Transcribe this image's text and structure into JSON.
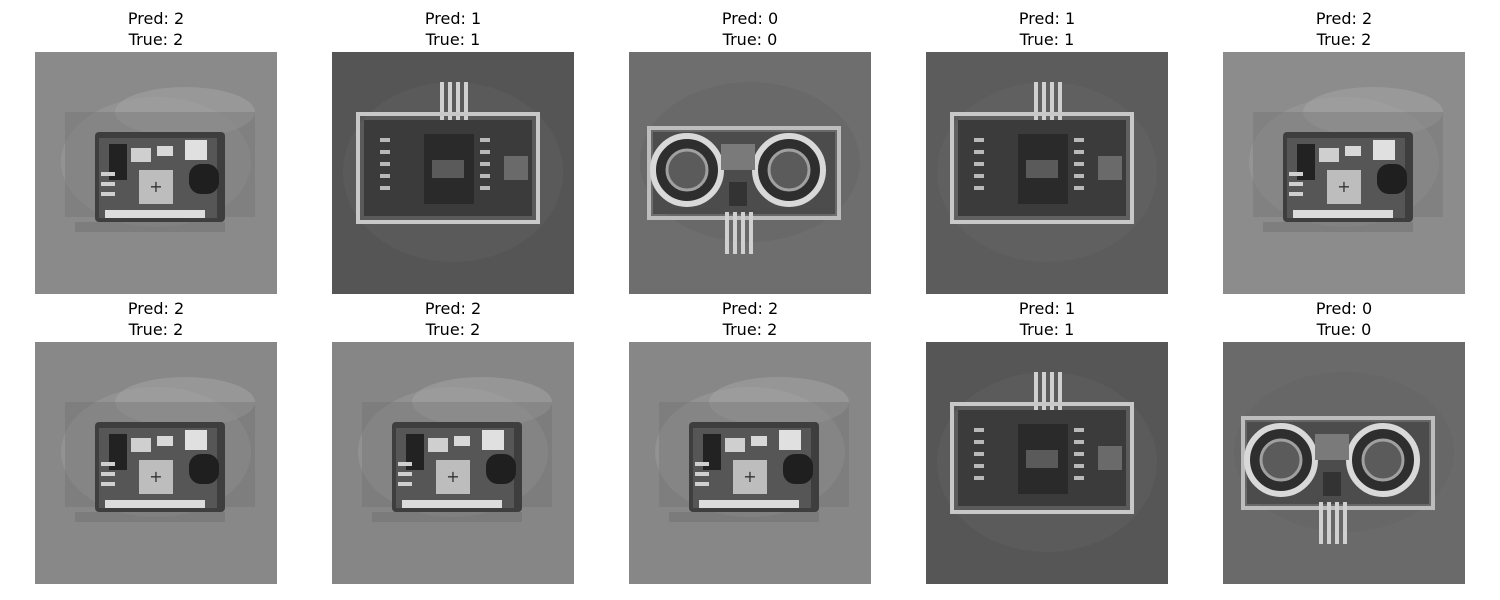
{
  "figure": {
    "panels": [
      {
        "pred": "Pred: 2",
        "true": "True: 2",
        "sensor": "ir-module-icon",
        "bg": "#8a8a8a"
      },
      {
        "pred": "Pred: 1",
        "true": "True: 1",
        "sensor": "soil-chip-board-icon",
        "bg": "#555555"
      },
      {
        "pred": "Pred: 0",
        "true": "True: 0",
        "sensor": "ultrasonic-sensor-icon",
        "bg": "#6e6e6e"
      },
      {
        "pred": "Pred: 1",
        "true": "True: 1",
        "sensor": "soil-chip-board-icon",
        "bg": "#5c5c5c"
      },
      {
        "pred": "Pred: 2",
        "true": "True: 2",
        "sensor": "ir-module-icon",
        "bg": "#8c8c8c"
      },
      {
        "pred": "Pred: 2",
        "true": "True: 2",
        "sensor": "ir-module-icon",
        "bg": "#888888"
      },
      {
        "pred": "Pred: 2",
        "true": "True: 2",
        "sensor": "ir-module-icon",
        "bg": "#868686"
      },
      {
        "pred": "Pred: 2",
        "true": "True: 2",
        "sensor": "ir-module-icon",
        "bg": "#878787"
      },
      {
        "pred": "Pred: 1",
        "true": "True: 1",
        "sensor": "soil-chip-board-icon",
        "bg": "#565656"
      },
      {
        "pred": "Pred: 0",
        "true": "True: 0",
        "sensor": "ultrasonic-sensor-icon",
        "bg": "#6a6a6a"
      }
    ]
  }
}
